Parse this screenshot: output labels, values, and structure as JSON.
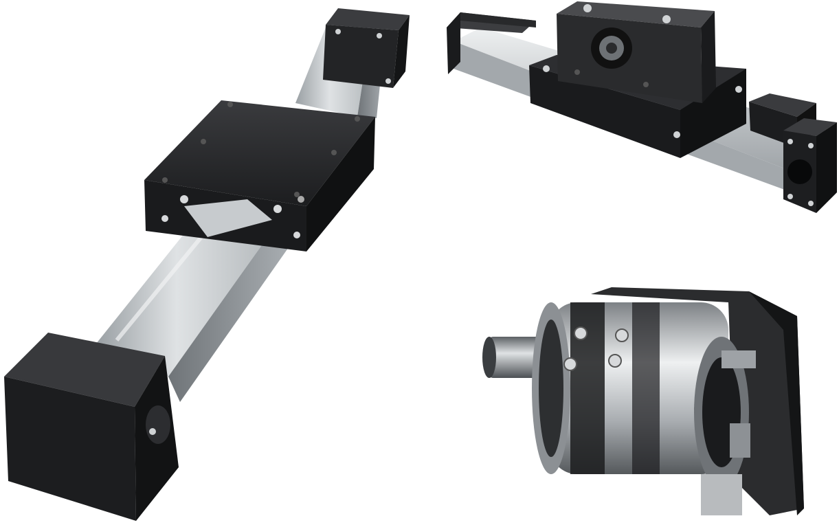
{
  "scene": {
    "background_color": "#ffffff",
    "products": [
      {
        "id": "linear-actuator",
        "type": "linear-actuator-with-carriage",
        "colors": {
          "body": "#1f1f21",
          "rail": "#c9ccce",
          "rail_shadow": "#8e9296"
        }
      },
      {
        "id": "ball-screw-module",
        "type": "ball-screw-linear-module",
        "colors": {
          "body": "#2a2b2d",
          "rail": "#d2d5d7"
        }
      },
      {
        "id": "planetary-gearbox",
        "type": "planetary-gearbox-cutaway",
        "colors": {
          "housing": "#2b2c2e",
          "metal": "#b9bcbf",
          "highlight": "#eef0f1"
        }
      }
    ]
  }
}
